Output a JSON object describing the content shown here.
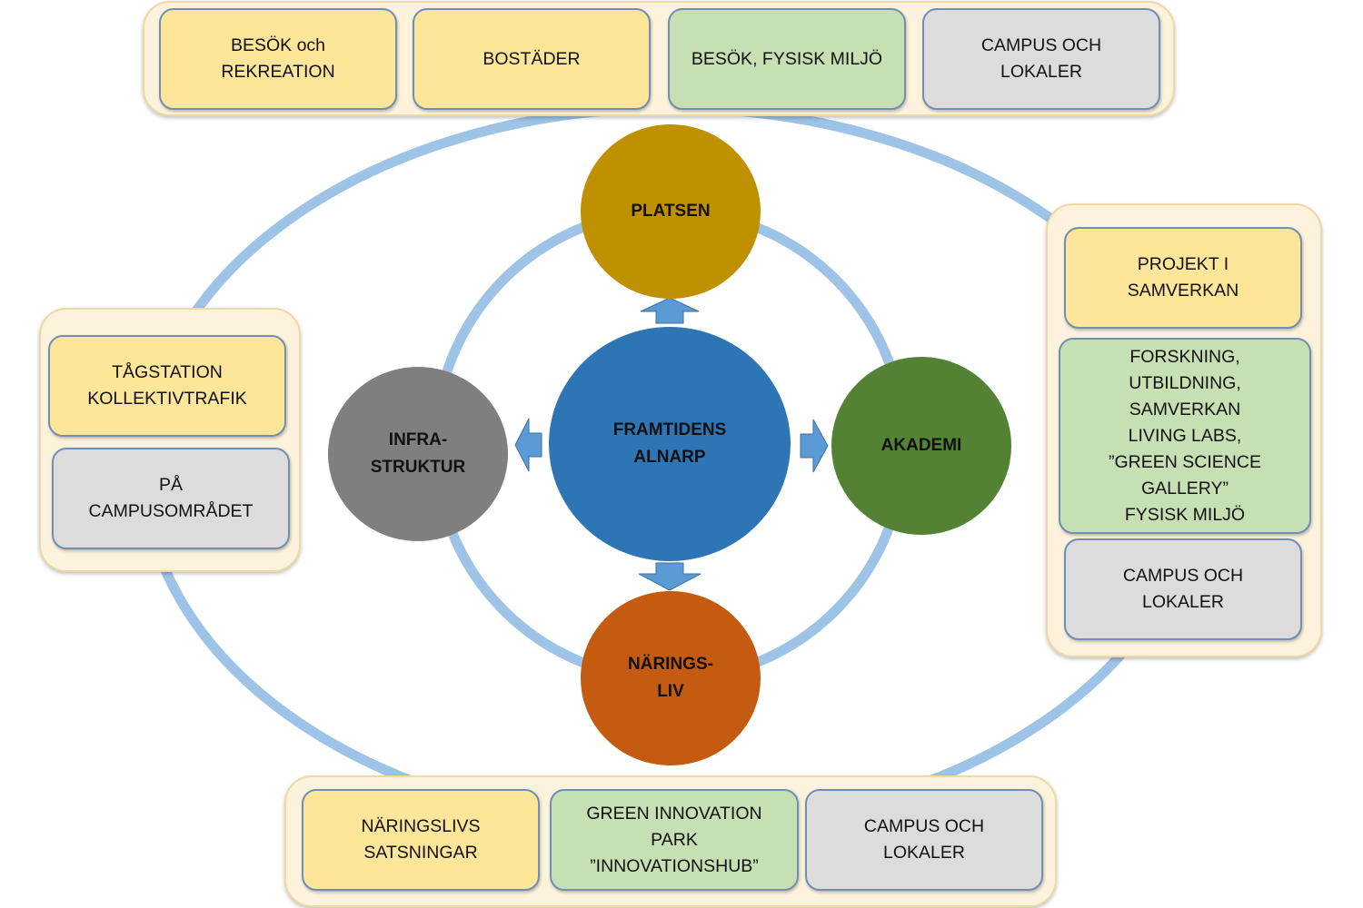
{
  "colors": {
    "ring": "#9dc3e6",
    "arrow": "#5b9bd5",
    "arrow_stroke": "#41719c",
    "platsen": "#bf9000",
    "akademi": "#548235",
    "naringsliv": "#c55a11",
    "infrastruktur": "#7f7f7f",
    "center": "#2e75b6",
    "yellow_box": "#fde59a",
    "green_box": "#c6e0b4",
    "grey_box": "#dcdcdc",
    "group_bg": "#fdf3dc"
  },
  "center": {
    "label": "FRAMTIDENS\nALNARP"
  },
  "nodes": {
    "platsen": {
      "label": "PLATSEN"
    },
    "akademi": {
      "label": "AKADEMI"
    },
    "naringsliv": {
      "label": "NÄRINGS-\nLIV"
    },
    "infrastruktur": {
      "label": "INFRA-\nSTRUKTUR"
    }
  },
  "groups": {
    "top": [
      {
        "label": "BESÖK och\nREKREATION"
      },
      {
        "label": "BOSTÄDER"
      },
      {
        "label": "BESÖK, FYSISK MILJÖ"
      },
      {
        "label": "CAMPUS OCH\nLOKALER"
      }
    ],
    "right": [
      {
        "label": "PROJEKT I\nSAMVERKAN"
      },
      {
        "label": "FORSKNING,\nUTBILDNING,\nSAMVERKAN\nLIVING LABS,\n”GREEN SCIENCE\nGALLERY”\nFYSISK MILJÖ"
      },
      {
        "label": "CAMPUS OCH\nLOKALER"
      }
    ],
    "bottom": [
      {
        "label": "NÄRINGSLIVS\nSATSNINGAR"
      },
      {
        "label": "GREEN INNOVATION\nPARK\n”INNOVATIONSHUB”"
      },
      {
        "label": "CAMPUS OCH\nLOKALER"
      }
    ],
    "left": [
      {
        "label": "TÅGSTATION\nKOLLEKTIVTRAFIK"
      },
      {
        "label": "PÅ\nCAMPUSOMRÅDET"
      }
    ]
  }
}
